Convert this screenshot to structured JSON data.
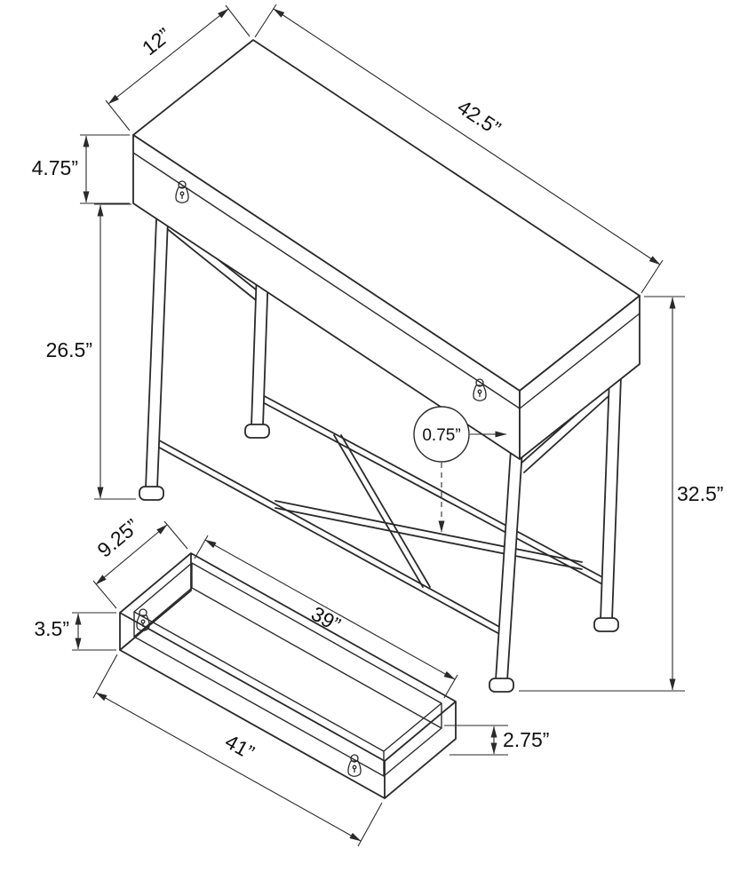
{
  "colors": {
    "line": "#2a2a2a",
    "background": "#ffffff"
  },
  "labels": {
    "table_top_depth": "12”",
    "table_top_length": "42.5”",
    "table_apron_height": "4.75”",
    "table_leg_clearance": "26.5”",
    "table_total_height": "32.5”",
    "table_tube_size": "0.75”",
    "drawer_depth": "9.25”",
    "drawer_front_height": "3.5”",
    "drawer_inner_length": "39”",
    "drawer_outer_length": "41”",
    "drawer_side_height": "2.75”"
  }
}
